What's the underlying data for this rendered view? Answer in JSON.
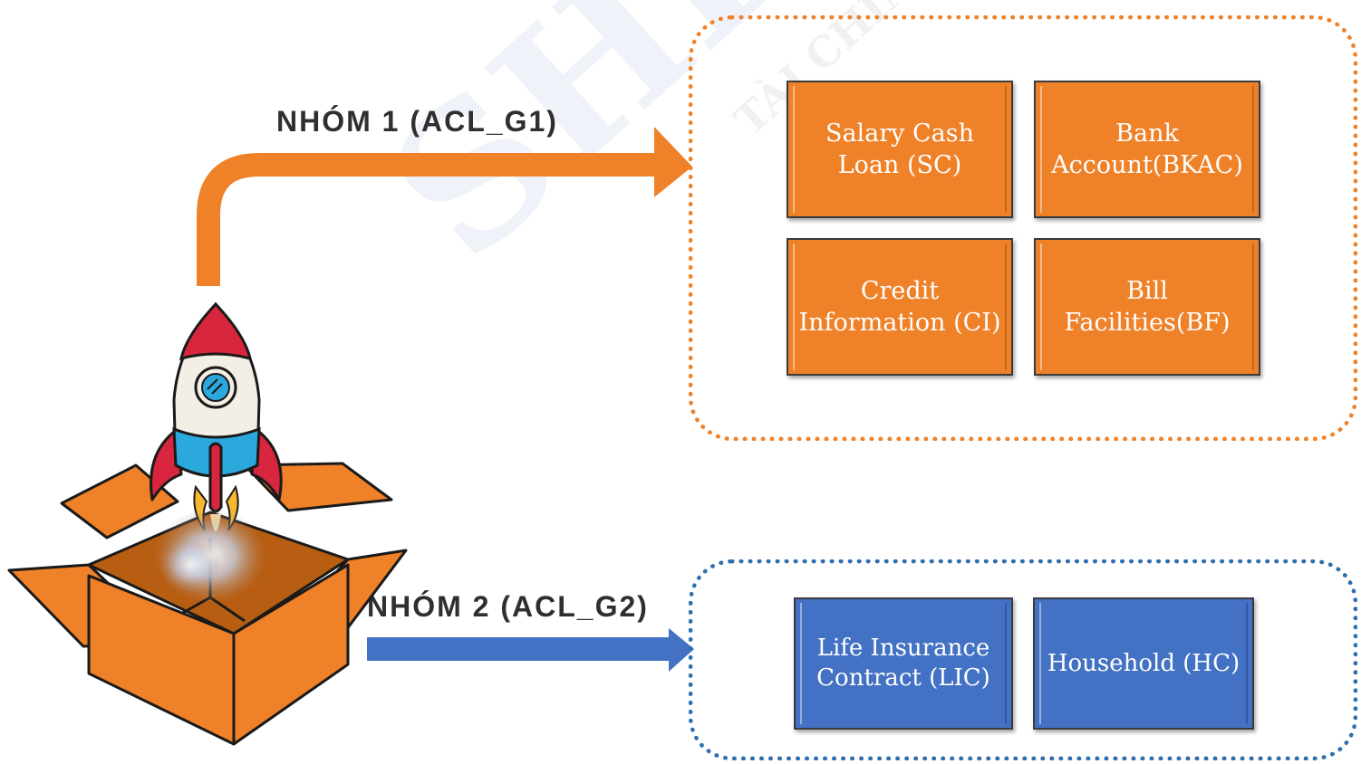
{
  "watermark": {
    "main": "SHB",
    "sub": "TÀI CHÍNH"
  },
  "group1": {
    "label": "NHÓM 1 (ACL_G1)",
    "color": "#ef8128",
    "items": [
      {
        "label": "Salary Cash Loan (SC)"
      },
      {
        "label": "Bank Account(BKAC)"
      },
      {
        "label": "Credit Information (CI)"
      },
      {
        "label": "Bill Facilities(BF)"
      }
    ]
  },
  "group2": {
    "label": "NHÓM 2 (ACL_G2)",
    "color": "#4371c3",
    "items": [
      {
        "label": "Life Insurance Contract (LIC)"
      },
      {
        "label": "Household (HC)"
      }
    ]
  },
  "illustration": {
    "icon": "rocket-launching-from-box-icon"
  }
}
